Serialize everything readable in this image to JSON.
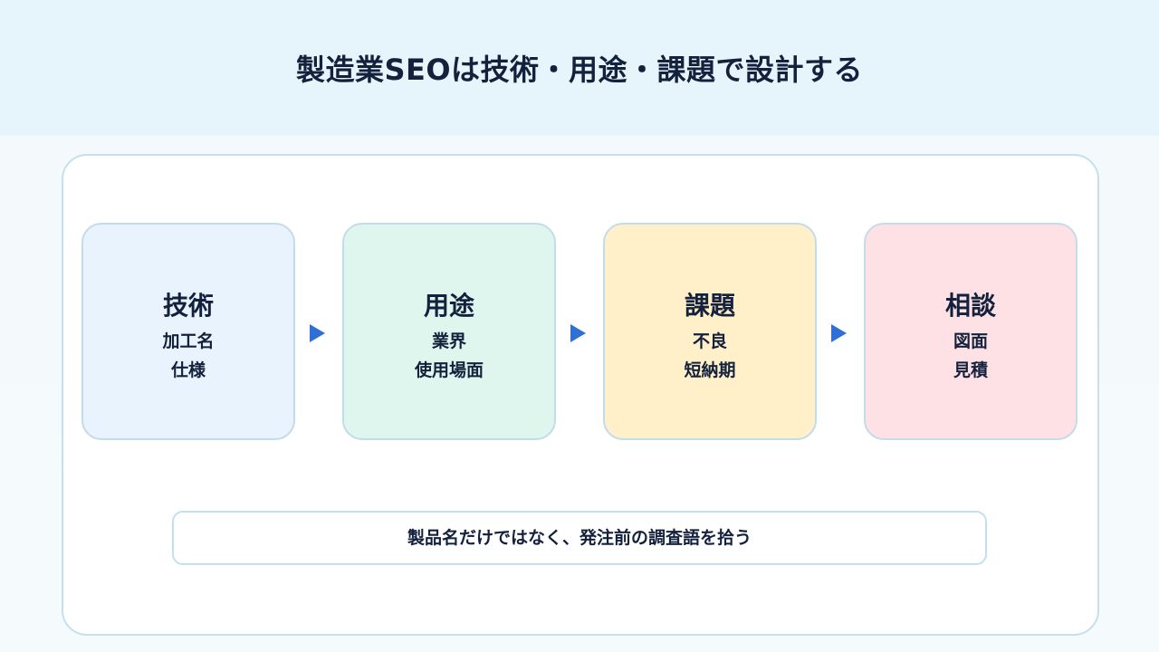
{
  "title": "製造業SEOは技術・用途・課題で設計する",
  "steps": [
    {
      "title": "技術",
      "lines": [
        "加工名",
        "仕様"
      ],
      "color": "#e8f3fd"
    },
    {
      "title": "用途",
      "lines": [
        "業界",
        "使用場面"
      ],
      "color": "#dff6ee"
    },
    {
      "title": "課題",
      "lines": [
        "不良",
        "短納期"
      ],
      "color": "#fff0c9"
    },
    {
      "title": "相談",
      "lines": [
        "図面",
        "見積"
      ],
      "color": "#fde1e5"
    }
  ],
  "arrow_color": "#2f6fd6",
  "note": "製品名だけではなく、発注前の調査語を拾う"
}
